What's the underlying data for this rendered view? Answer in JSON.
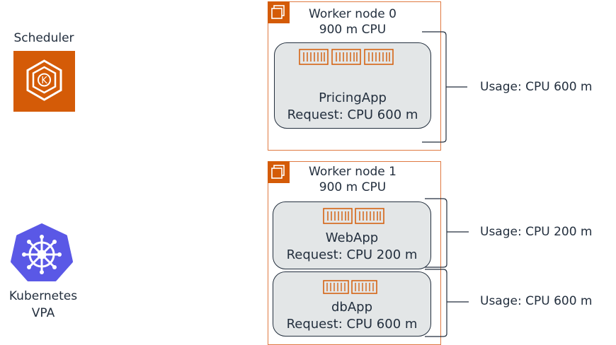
{
  "scheduler": {
    "label": "Scheduler",
    "icon": "kubernetes-scheduler-icon",
    "color": "#d45b07"
  },
  "vpa": {
    "label_line1": "Kubernetes",
    "label_line2": "VPA",
    "icon": "kubernetes-helm-wheel-icon",
    "color": "#5a58e6"
  },
  "nodes": [
    {
      "title": "Worker node 0",
      "cpu": "900 m CPU",
      "pods": [
        {
          "name": "PricingApp",
          "request": "Request: CPU 600 m",
          "usage": "Usage: CPU 600 m"
        }
      ]
    },
    {
      "title": "Worker node 1",
      "cpu": "900 m CPU",
      "pods": [
        {
          "name": "WebApp",
          "request": "Request: CPU 200 m",
          "usage": "Usage: CPU 200 m"
        },
        {
          "name": "dbApp",
          "request": "Request: CPU 600 m",
          "usage": "Usage: CPU 600 m"
        }
      ]
    }
  ],
  "colors": {
    "accent": "#d45b07",
    "border": "#e07941",
    "pod_bg": "#e3e6e7",
    "text": "#232f3e",
    "vpa": "#5a58e6"
  }
}
